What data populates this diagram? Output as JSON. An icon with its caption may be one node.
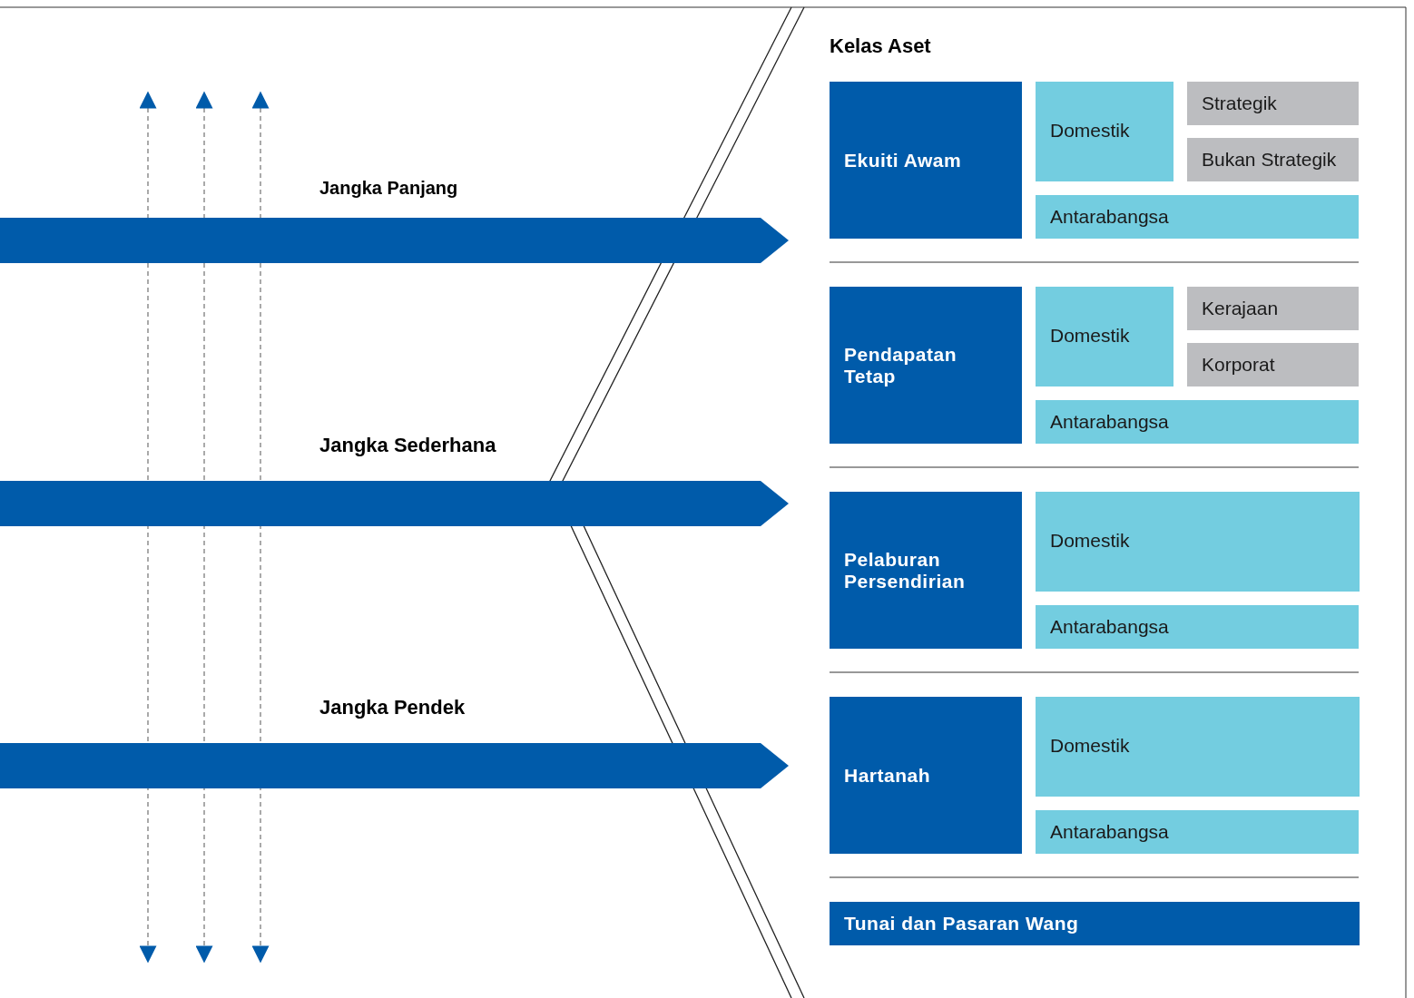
{
  "diagram": {
    "nodes": [
      {
        "text": [
          "Jangka Panjang"
        ]
      },
      {
        "text": [
          "Jangka Sederhana"
        ]
      },
      {
        "text": [
          "Jangka Pendek"
        ]
      },
      {
        "text": [
          "Ekuiti Awam"
        ]
      },
      {
        "text": [
          "Domestik"
        ]
      },
      {
        "text": [
          "Strategik"
        ]
      },
      {
        "text": [
          "Bukan Strategik"
        ]
      },
      {
        "text": [
          "Antarabangsa"
        ]
      },
      {
        "text": [
          "Pendapatan Tetap"
        ]
      },
      {
        "text": [
          "Domestik"
        ]
      },
      {
        "text": [
          "Kerajaan"
        ]
      },
      {
        "text": [
          "Korporat"
        ]
      },
      {
        "text": [
          "Antarabangsa"
        ]
      },
      {
        "text": [
          "Pelaburan Persendirian"
        ]
      },
      {
        "text": [
          "Domestik"
        ]
      },
      {
        "text": [
          "Antarabangsa"
        ]
      },
      {
        "text": [
          "Hartanah"
        ]
      },
      {
        "text": [
          "Domestik"
        ]
      },
      {
        "text": [
          "Antarabangsa"
        ]
      },
      {
        "text": [
          "Tunai dan Pasaran Wang"
        ]
      }
    ],
    "edges": [],
    "labels": [
      "Kelas Aset"
    ]
  }
}
